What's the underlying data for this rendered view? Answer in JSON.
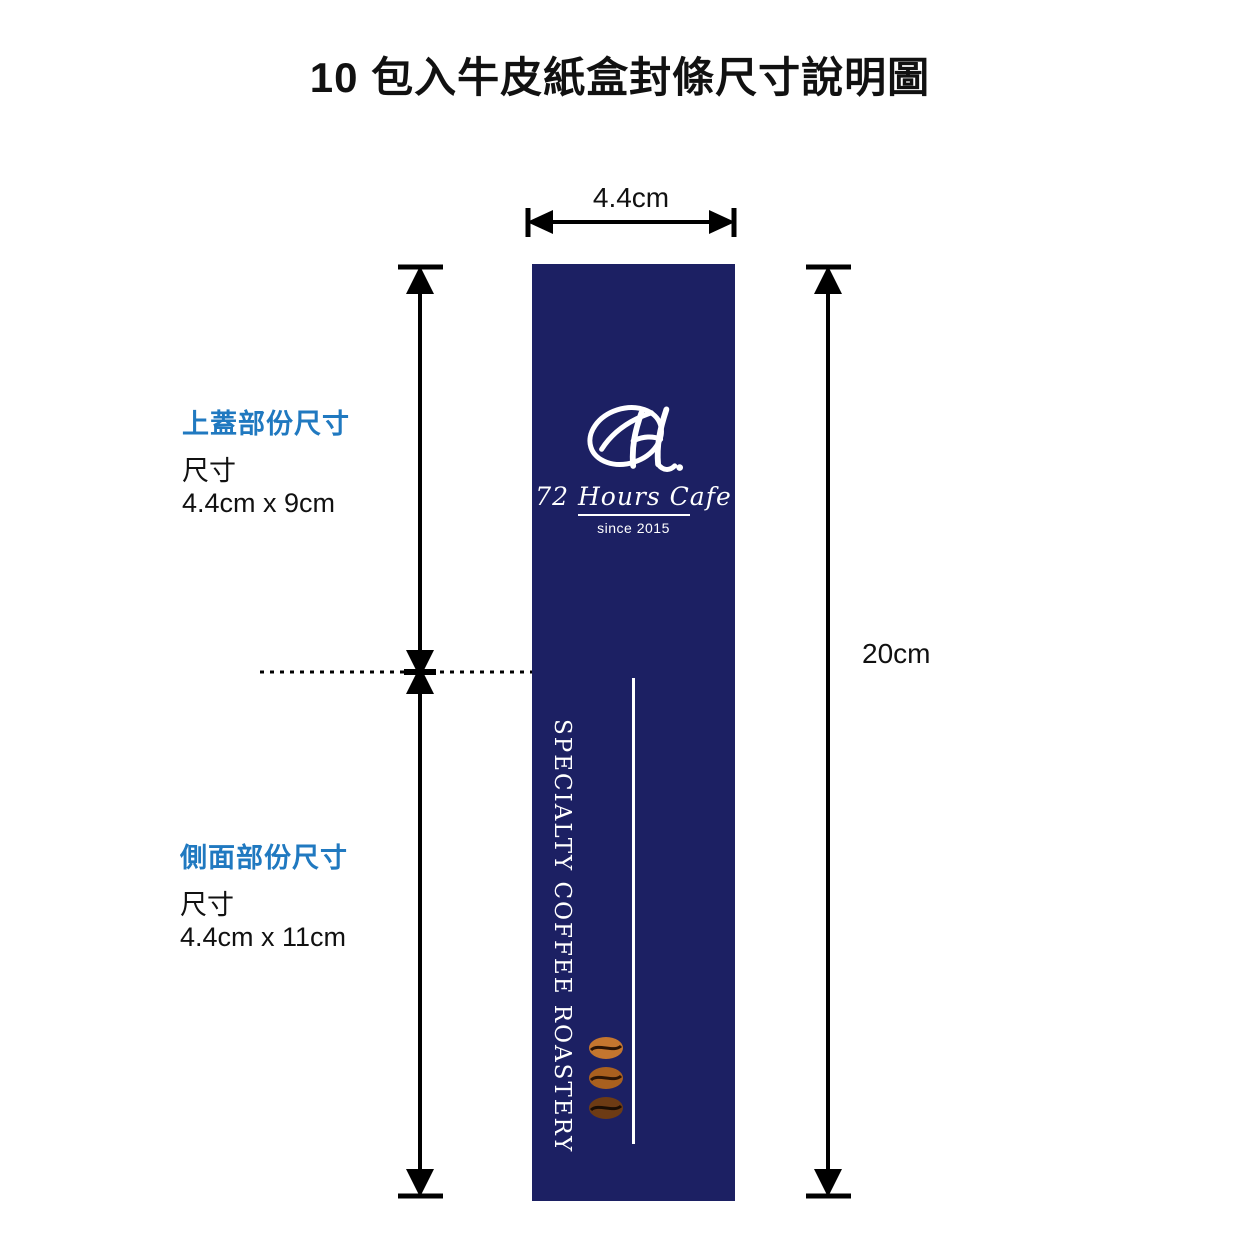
{
  "page": {
    "title": "10 包入牛皮紙盒封條尺寸說明圖",
    "background_color": "#ffffff"
  },
  "colors": {
    "seal_navy": "#1c2063",
    "heading_blue": "#2079c0",
    "text_black": "#111111",
    "seal_print_white": "#ffffff",
    "bean_light": "#c4762f",
    "bean_dark": "#6d3b14"
  },
  "dimensions": {
    "width_label": "4.4cm",
    "height_label": "20cm"
  },
  "annotations": [
    {
      "id": "lid",
      "heading": "上蓋部份尺寸",
      "label": "尺寸",
      "value": "4.4cm x 9cm"
    },
    {
      "id": "side",
      "heading": "側面部份尺寸",
      "label": "尺寸",
      "value": "4.4cm x 11cm"
    }
  ],
  "seal": {
    "logo": {
      "monogram": "72H-script-monogram",
      "wordmark": "72 Hours Cafe",
      "since": "since 2015"
    },
    "vertical_text": "SPECIALTY  COFFEE  ROASTERY",
    "bean_count": 3
  }
}
